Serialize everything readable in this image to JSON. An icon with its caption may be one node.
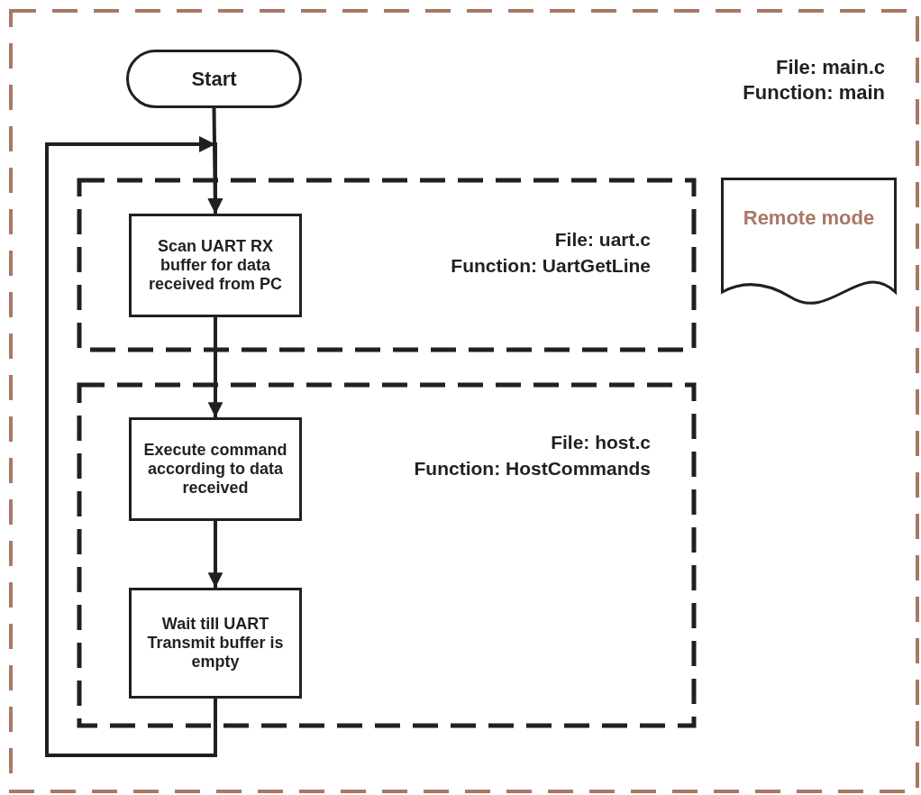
{
  "diagram": {
    "nodes": [
      {
        "text": [
          "File: main.c",
          "Function: main"
        ]
      },
      {
        "text": [
          "Start"
        ],
        "in": 0
      },
      {
        "text": [
          "File: uart.c",
          "Function: UartGetLine"
        ],
        "in": 0
      },
      {
        "text": [
          "Scan UART RX buffer for data received from PC"
        ],
        "in": 2
      },
      {
        "text": [
          "File: host.c",
          "Function: HostCommands"
        ],
        "in": 0
      },
      {
        "text": [
          "Execute command according to data received"
        ],
        "in": 4
      },
      {
        "text": [
          "Wait till UART Transmit buffer is empty"
        ],
        "in": 4
      },
      {
        "text": [
          "Remote mode"
        ],
        "in": 0
      }
    ],
    "edges": [
      {
        "from": 1,
        "to": 3,
        "arrow": "to"
      },
      {
        "from": 3,
        "to": 5,
        "arrow": "to"
      },
      {
        "from": 5,
        "to": 6,
        "arrow": "to"
      },
      {
        "from": 6,
        "to": 3,
        "arrow": "to"
      }
    ]
  }
}
